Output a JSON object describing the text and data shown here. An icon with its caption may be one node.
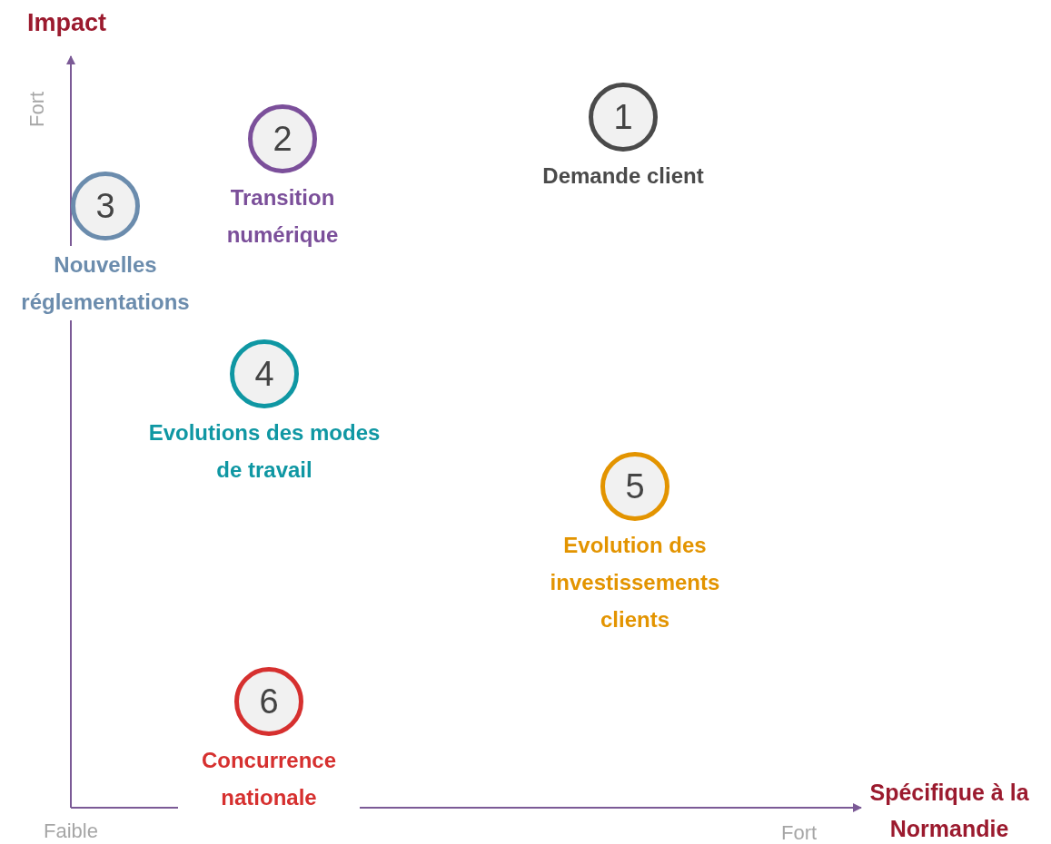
{
  "diagram": {
    "nodes": [
      {
        "text": [
          "1"
        ],
        "beside": [
          "Demande client"
        ]
      },
      {
        "text": [
          "2"
        ],
        "beside": [
          "Transition numérique"
        ]
      },
      {
        "text": [
          "3"
        ],
        "beside": [
          "Nouvelles réglementations"
        ]
      },
      {
        "text": [
          "4"
        ],
        "beside": [
          "Evolutions des modes de travail"
        ]
      },
      {
        "text": [
          "5"
        ],
        "beside": [
          "Evolution des investissements clients"
        ]
      },
      {
        "text": [
          "6"
        ],
        "beside": [
          "Concurrence nationale"
        ]
      }
    ],
    "edges": [],
    "labels": [
      "Impact",
      "Fort",
      "Faible",
      "Fort",
      "Spécifique à la Normandie"
    ]
  }
}
